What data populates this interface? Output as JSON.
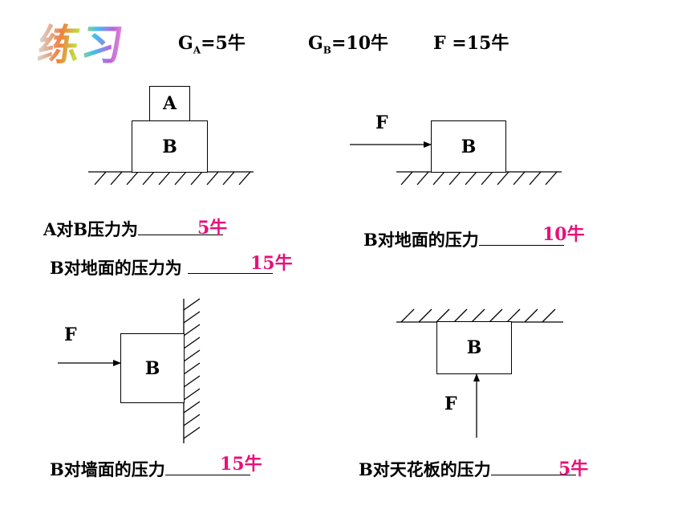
{
  "title": "练习",
  "given": {
    "ga_main": "G",
    "ga_sub": "A",
    "ga_rest": "=5牛",
    "gb_main": "G",
    "gb_sub": "B",
    "gb_rest": "=10牛",
    "f": "F =15牛"
  },
  "labels": {
    "a": "A",
    "b": "B",
    "f": "F"
  },
  "questions": {
    "q1": "A对B压力为",
    "q1_answer": "5牛",
    "q2": "B对地面的压力为",
    "q2_answer": "15牛",
    "q3": "B对地面的压力",
    "q3_answer": "10牛",
    "q4": "B对墙面的压力",
    "q4_answer": "15牛",
    "q5": "B对天花板的压力",
    "q5_answer": "5牛"
  },
  "colors": {
    "answer": "#e8107a"
  }
}
